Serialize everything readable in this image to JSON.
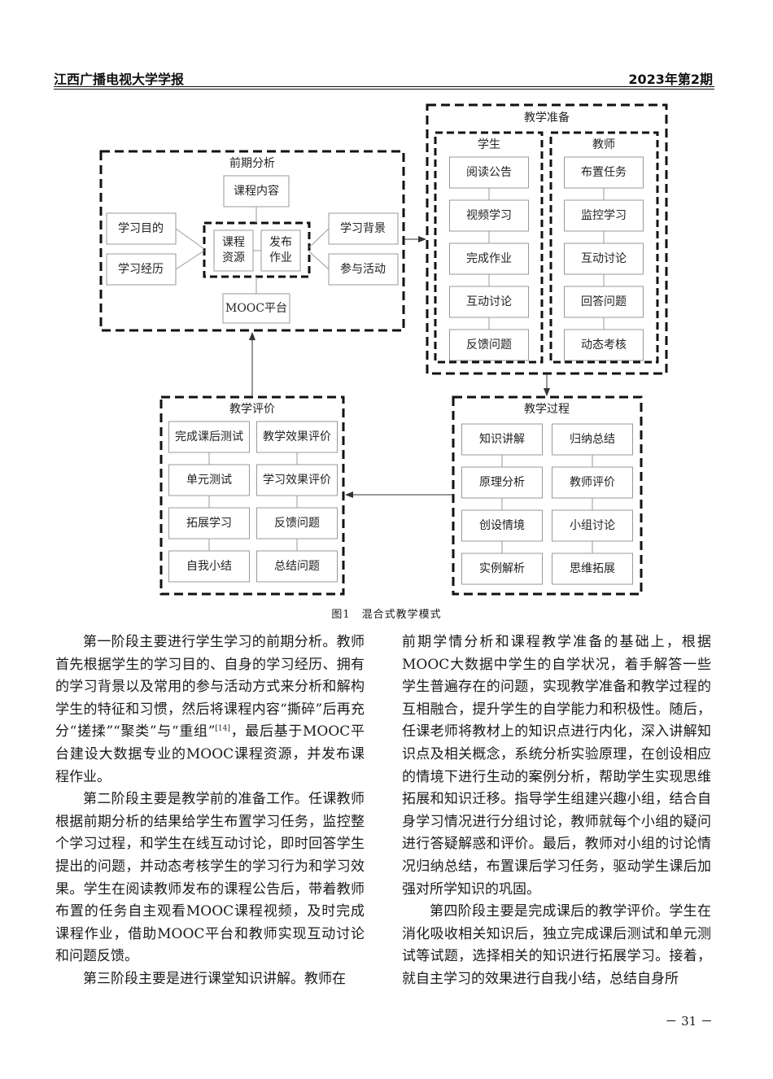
{
  "header": {
    "journal": "江西广播电视大学学报",
    "issue": "2023年第2期"
  },
  "figure": {
    "caption": "图1　混合式教学模式",
    "analysis": {
      "title": "前期分析",
      "content": "课程内容",
      "goal": "学习目的",
      "experience": "学习经历",
      "resource_line1": "课程",
      "resource_line2": "资源",
      "publish_line1": "发布",
      "publish_line2": "作业",
      "background": "学习背景",
      "activity": "参与活动",
      "platform": "MOOC平台"
    },
    "prep": {
      "title": "教学准备",
      "student_title": "学生",
      "student_items": [
        "阅读公告",
        "视频学习",
        "完成作业",
        "互动讨论",
        "反馈问题"
      ],
      "teacher_title": "教师",
      "teacher_items": [
        "布置任务",
        "监控学习",
        "互动讨论",
        "回答问题",
        "动态考核"
      ]
    },
    "process": {
      "title": "教学过程",
      "left_items": [
        "知识讲解",
        "原理分析",
        "创设情境",
        "实例解析"
      ],
      "right_items": [
        "归纳总结",
        "教师评价",
        "小组讨论",
        "思维拓展"
      ]
    },
    "evaluation": {
      "title": "教学评价",
      "left_items": [
        "完成课后测试",
        "单元测试",
        "拓展学习",
        "自我小结"
      ],
      "right_items": [
        "教学效果评价",
        "学习效果评价",
        "反馈问题",
        "总结问题"
      ]
    }
  },
  "body": {
    "left": {
      "p1": "第一阶段主要进行学生学习的前期分析。教师首先根据学生的学习目的、自身的学习经历、拥有的学习背景以及常用的参与活动方式来分析和解构学生的特征和习惯，然后将课程内容“撕碎”后再充分“搓揉”“聚类”与“重组”",
      "p1_ref": "[14]",
      "p1_tail": "，最后基于MOOC平台建设大数据专业的MOOC课程资源，并发布课程作业。",
      "p2": "第二阶段主要是教学前的准备工作。任课教师根据前期分析的结果给学生布置学习任务，监控整个学习过程，和学生在线互动讨论，即时回答学生提出的问题，并动态考核学生的学习行为和学习效果。学生在阅读教师发布的课程公告后，带着教师布置的任务自主观看MOOC课程视频，及时完成课程作业，借助MOOC平台和教师实现互动讨论和问题反馈。",
      "p3": "第三阶段主要是进行课堂知识讲解。教师在"
    },
    "right": {
      "p1": "前期学情分析和课程教学准备的基础上，根据MOOC大数据中学生的自学状况，着手解答一些学生普遍存在的问题，实现教学准备和教学过程的互相融合，提升学生的自学能力和积极性。随后，任课老师将教材上的知识点进行内化，深入讲解知识点及相关概念，系统分析实验原理，在创设相应的情境下进行生动的案例分析，帮助学生实现思维拓展和知识迁移。指导学生组建兴趣小组，结合自身学习情况进行分组讨论，教师就每个小组的疑问进行答疑解惑和评价。最后，教师对小组的讨论情况归纳总结，布置课后学习任务，驱动学生课后加强对所学知识的巩固。",
      "p2": "第四阶段主要是完成课后的教学评价。学生在消化吸收相关知识后，独立完成课后测试和单元测试等试题，选择相关的知识进行拓展学习。接着，就自主学习的效果进行自我小结，总结自身所"
    }
  },
  "page_number": "－ 31 －"
}
